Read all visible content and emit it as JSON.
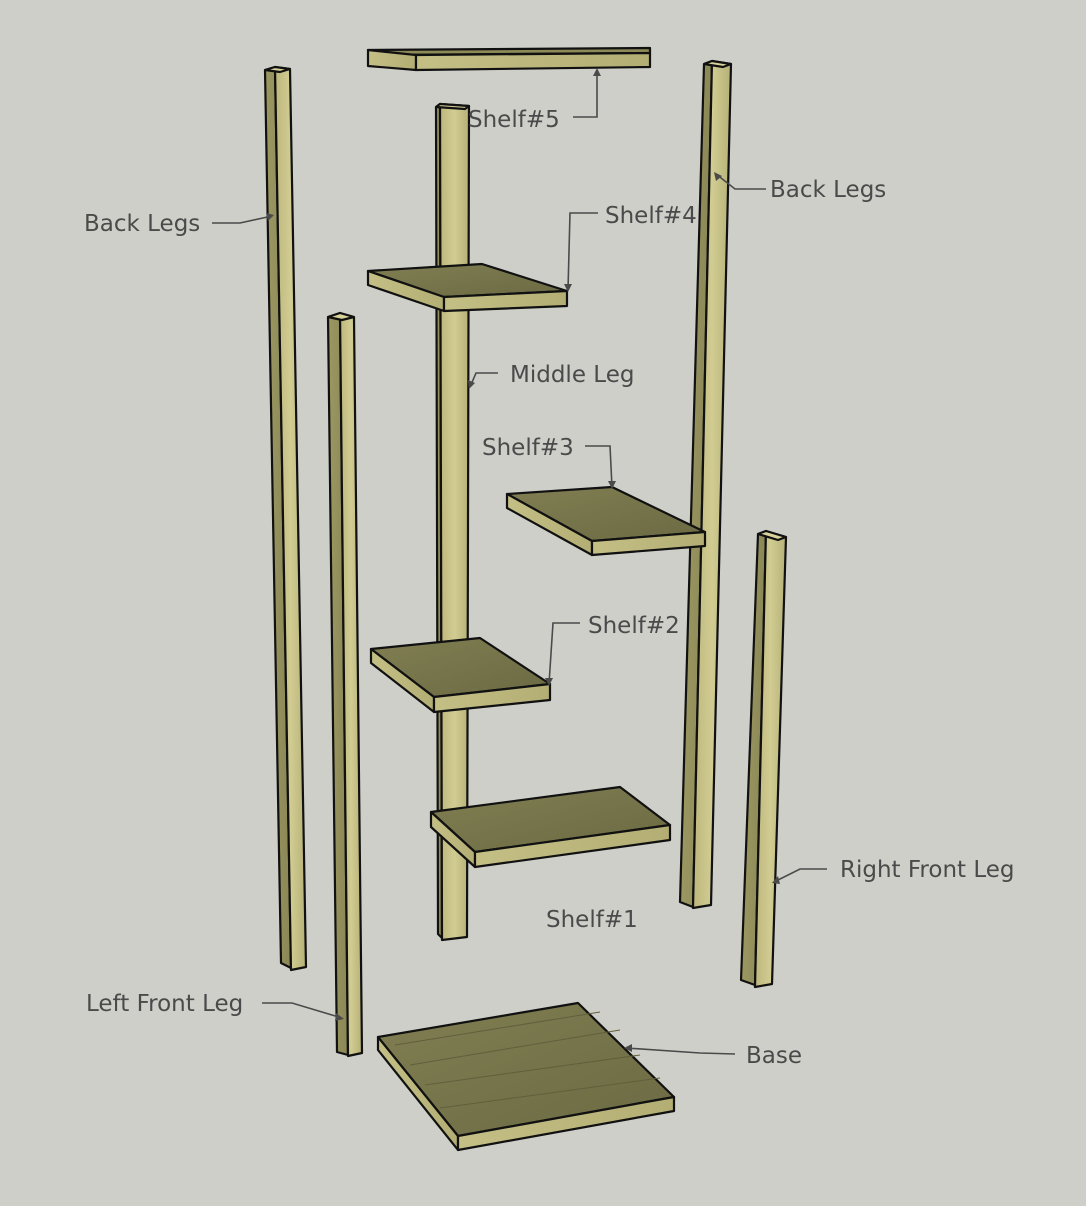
{
  "colors": {
    "background": "#cfcfca",
    "wood_light": "#c9c48a",
    "wood_mid": "#a9a56c",
    "wood_dark": "#8d8a58",
    "shelf_top": "#7c7a4e",
    "shelf_top_dark": "#6e6c44",
    "outline": "#111111",
    "label_text": "#4a4a4a"
  },
  "labels": {
    "shelf5": "Shelf#5",
    "back_legs_left": "Back Legs",
    "back_legs_right": "Back Legs",
    "shelf4": "Shelf#4",
    "middle_leg": "Middle Leg",
    "shelf3": "Shelf#3",
    "shelf2": "Shelf#2",
    "shelf1": "Shelf#1",
    "right_front_leg": "Right Front Leg",
    "left_front_leg": "Left Front Leg",
    "base": "Base"
  }
}
